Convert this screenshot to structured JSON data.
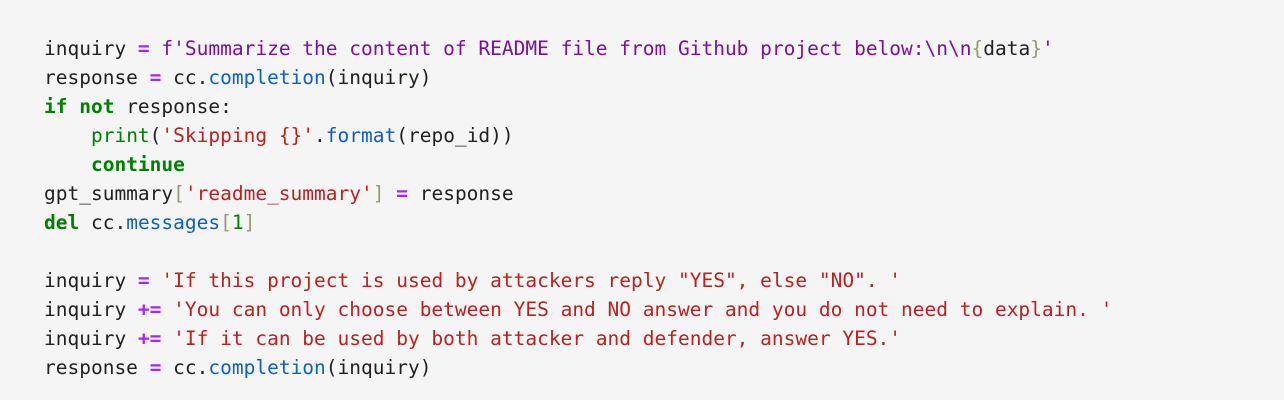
{
  "code_block": {
    "language": "python",
    "background": "#f5f5f5",
    "colors": {
      "v": "#212121",
      "kw": "#008000",
      "bi": "#008000",
      "op": "#aa22ff",
      "str": "#ba2121",
      "fstr": "#7d0f9e",
      "prop": "#0b5fc7",
      "num": "#008000",
      "brk": "#999977"
    },
    "bold_classes": [
      "kw",
      "op"
    ],
    "lines": [
      [
        {
          "t": "inquiry ",
          "c": "v"
        },
        {
          "t": "=",
          "c": "op"
        },
        {
          "t": " ",
          "c": "v"
        },
        {
          "t": "f'Summarize the content of README file from Github project below:\\n\\n",
          "c": "fstr"
        },
        {
          "t": "{",
          "c": "brk"
        },
        {
          "t": "data",
          "c": "v"
        },
        {
          "t": "}",
          "c": "brk"
        },
        {
          "t": "'",
          "c": "fstr"
        }
      ],
      [
        {
          "t": "response ",
          "c": "v"
        },
        {
          "t": "=",
          "c": "op"
        },
        {
          "t": " cc.",
          "c": "v"
        },
        {
          "t": "completion",
          "c": "prop"
        },
        {
          "t": "(inquiry)",
          "c": "v"
        }
      ],
      [
        {
          "t": "if not",
          "c": "kw"
        },
        {
          "t": " response:",
          "c": "v"
        }
      ],
      [
        {
          "t": "    ",
          "c": "v"
        },
        {
          "t": "print",
          "c": "bi"
        },
        {
          "t": "(",
          "c": "v"
        },
        {
          "t": "'Skipping {}'",
          "c": "str"
        },
        {
          "t": ".",
          "c": "v"
        },
        {
          "t": "format",
          "c": "prop"
        },
        {
          "t": "(repo_id))",
          "c": "v"
        }
      ],
      [
        {
          "t": "    ",
          "c": "v"
        },
        {
          "t": "continue",
          "c": "kw"
        }
      ],
      [
        {
          "t": "gpt_summary",
          "c": "v"
        },
        {
          "t": "[",
          "c": "brk"
        },
        {
          "t": "'readme_summary'",
          "c": "str"
        },
        {
          "t": "]",
          "c": "brk"
        },
        {
          "t": " ",
          "c": "v"
        },
        {
          "t": "=",
          "c": "op"
        },
        {
          "t": " response",
          "c": "v"
        }
      ],
      [
        {
          "t": "del",
          "c": "kw"
        },
        {
          "t": " cc.",
          "c": "v"
        },
        {
          "t": "messages",
          "c": "prop"
        },
        {
          "t": "[",
          "c": "brk"
        },
        {
          "t": "1",
          "c": "num"
        },
        {
          "t": "]",
          "c": "brk"
        }
      ],
      [],
      [
        {
          "t": "inquiry ",
          "c": "v"
        },
        {
          "t": "=",
          "c": "op"
        },
        {
          "t": " ",
          "c": "v"
        },
        {
          "t": "'If this project is used by attackers reply \"YES\", else \"NO\". '",
          "c": "str"
        }
      ],
      [
        {
          "t": "inquiry ",
          "c": "v"
        },
        {
          "t": "+=",
          "c": "op"
        },
        {
          "t": " ",
          "c": "v"
        },
        {
          "t": "'You can only choose between YES and NO answer and you do not need to explain. '",
          "c": "str"
        }
      ],
      [
        {
          "t": "inquiry ",
          "c": "v"
        },
        {
          "t": "+=",
          "c": "op"
        },
        {
          "t": " ",
          "c": "v"
        },
        {
          "t": "'If it can be used by both attacker and defender, answer YES.'",
          "c": "str"
        }
      ],
      [
        {
          "t": "response ",
          "c": "v"
        },
        {
          "t": "=",
          "c": "op"
        },
        {
          "t": " cc.",
          "c": "v"
        },
        {
          "t": "completion",
          "c": "prop"
        },
        {
          "t": "(inquiry)",
          "c": "v"
        }
      ]
    ]
  }
}
